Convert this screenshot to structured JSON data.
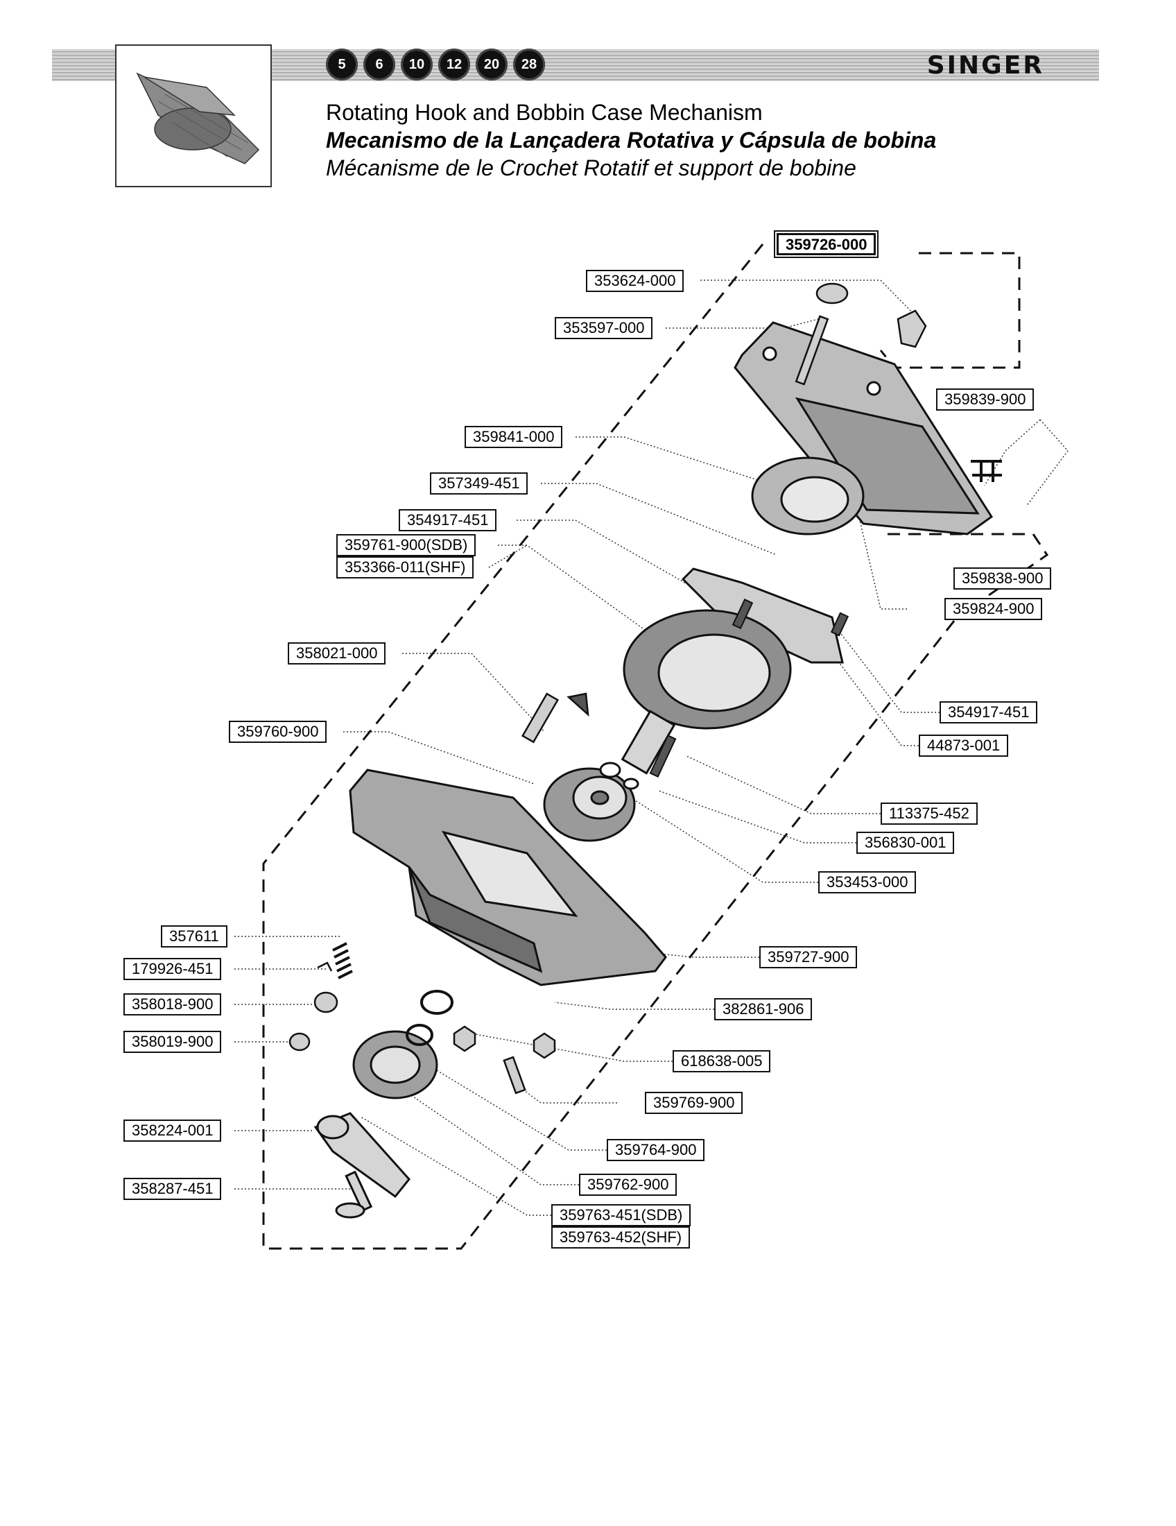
{
  "header": {
    "brand": "SINGER",
    "model_badges": [
      "5",
      "6",
      "10",
      "12",
      "20",
      "28"
    ],
    "title_en": "Rotating Hook and Bobbin Case Mechanism",
    "title_es": "Mecanismo de la Lançadera Rotativa y Cápsula de bobina",
    "title_fr": "Mécanisme de le Crochet Rotatif et support de bobine"
  },
  "parts": {
    "assembly": "359726-000",
    "p353624": "353624-000",
    "p353597": "353597-000",
    "p359839": "359839-900",
    "p359841": "359841-000",
    "p357349": "357349-451",
    "p354917a": "354917-451",
    "p359761": "359761-900(SDB)",
    "p353366": "353366-011(SHF)",
    "p359838": "359838-900",
    "p359824": "359824-900",
    "p358021": "358021-000",
    "p354917b": "354917-451",
    "p44873": "44873-001",
    "p359760": "359760-900",
    "p113375": "113375-452",
    "p356830": "356830-001",
    "p353453": "353453-000",
    "p357611": "357611",
    "p179926": "179926-451",
    "p359727": "359727-900",
    "p358018": "358018-900",
    "p382861": "382861-906",
    "p358019": "358019-900",
    "p618638": "618638-005",
    "p359769": "359769-900",
    "p359764": "359764-900",
    "p358224": "358224-001",
    "p359762": "359762-900",
    "p358287": "358287-451",
    "p359763a": "359763-451(SDB)",
    "p359763b": "359763-452(SHF)"
  }
}
